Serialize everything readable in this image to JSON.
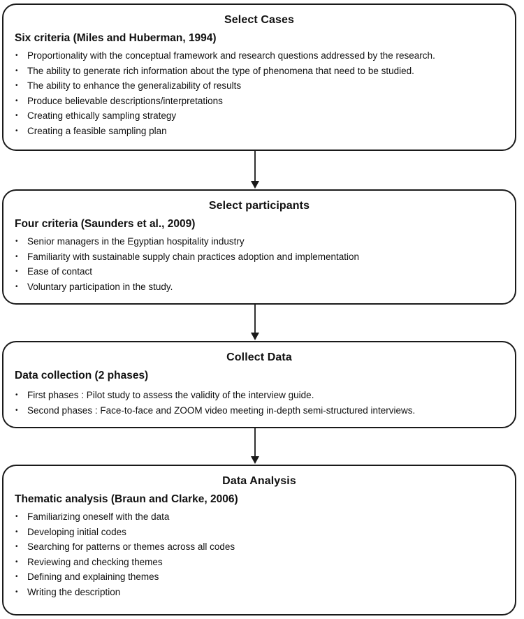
{
  "boxes": [
    {
      "title": "Select Cases",
      "subtitle": "Six criteria (Miles and Huberman, 1994)",
      "items": [
        "Proportionality with the conceptual framework and research questions addressed by the research.",
        "The ability to generate rich information about the type of phenomena that need to be studied.",
        "The ability to enhance the generalizability of results",
        "Produce believable descriptions/interpretations",
        "Creating ethically sampling strategy",
        "Creating a feasible sampling plan"
      ]
    },
    {
      "title": "Select participants",
      "subtitle": "Four criteria (Saunders et al., 2009)",
      "items": [
        "Senior managers in the Egyptian hospitality industry",
        "Familiarity with sustainable supply chain practices adoption and implementation",
        "Ease of contact",
        "Voluntary participation in the study."
      ]
    },
    {
      "title": "Collect Data",
      "subtitle": "Data collection (2 phases)",
      "items": [
        "First phases : Pilot study to assess the validity of the interview guide.",
        "Second phases : Face-to-face and ZOOM video meeting in-depth semi-structured interviews."
      ]
    },
    {
      "title": "Data Analysis",
      "subtitle": "Thematic analysis (Braun and Clarke, 2006)",
      "items": [
        "Familiarizing oneself with the data",
        "Developing initial codes",
        "Searching for patterns or themes across all codes",
        "Reviewing and checking themes",
        "Defining and explaining themes",
        "Writing the description"
      ]
    }
  ],
  "bullet_glyph": "•",
  "colors": {
    "border": "#1a1a1a",
    "text": "#111111",
    "background": "#ffffff"
  }
}
